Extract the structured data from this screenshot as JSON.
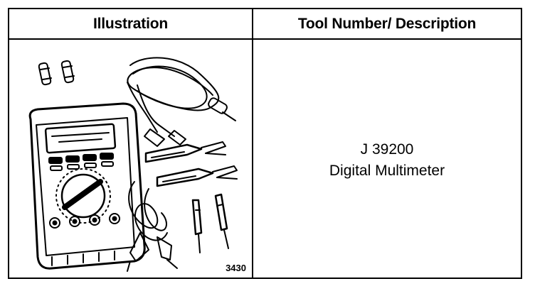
{
  "table": {
    "header": {
      "illustration": "Illustration",
      "description": "Tool Number/ Description"
    },
    "row": {
      "figure_number": "3430",
      "tool_number": "J 39200",
      "tool_description": "Digital Multimeter",
      "illustration_icon": "digital-multimeter-kit-icon"
    }
  }
}
